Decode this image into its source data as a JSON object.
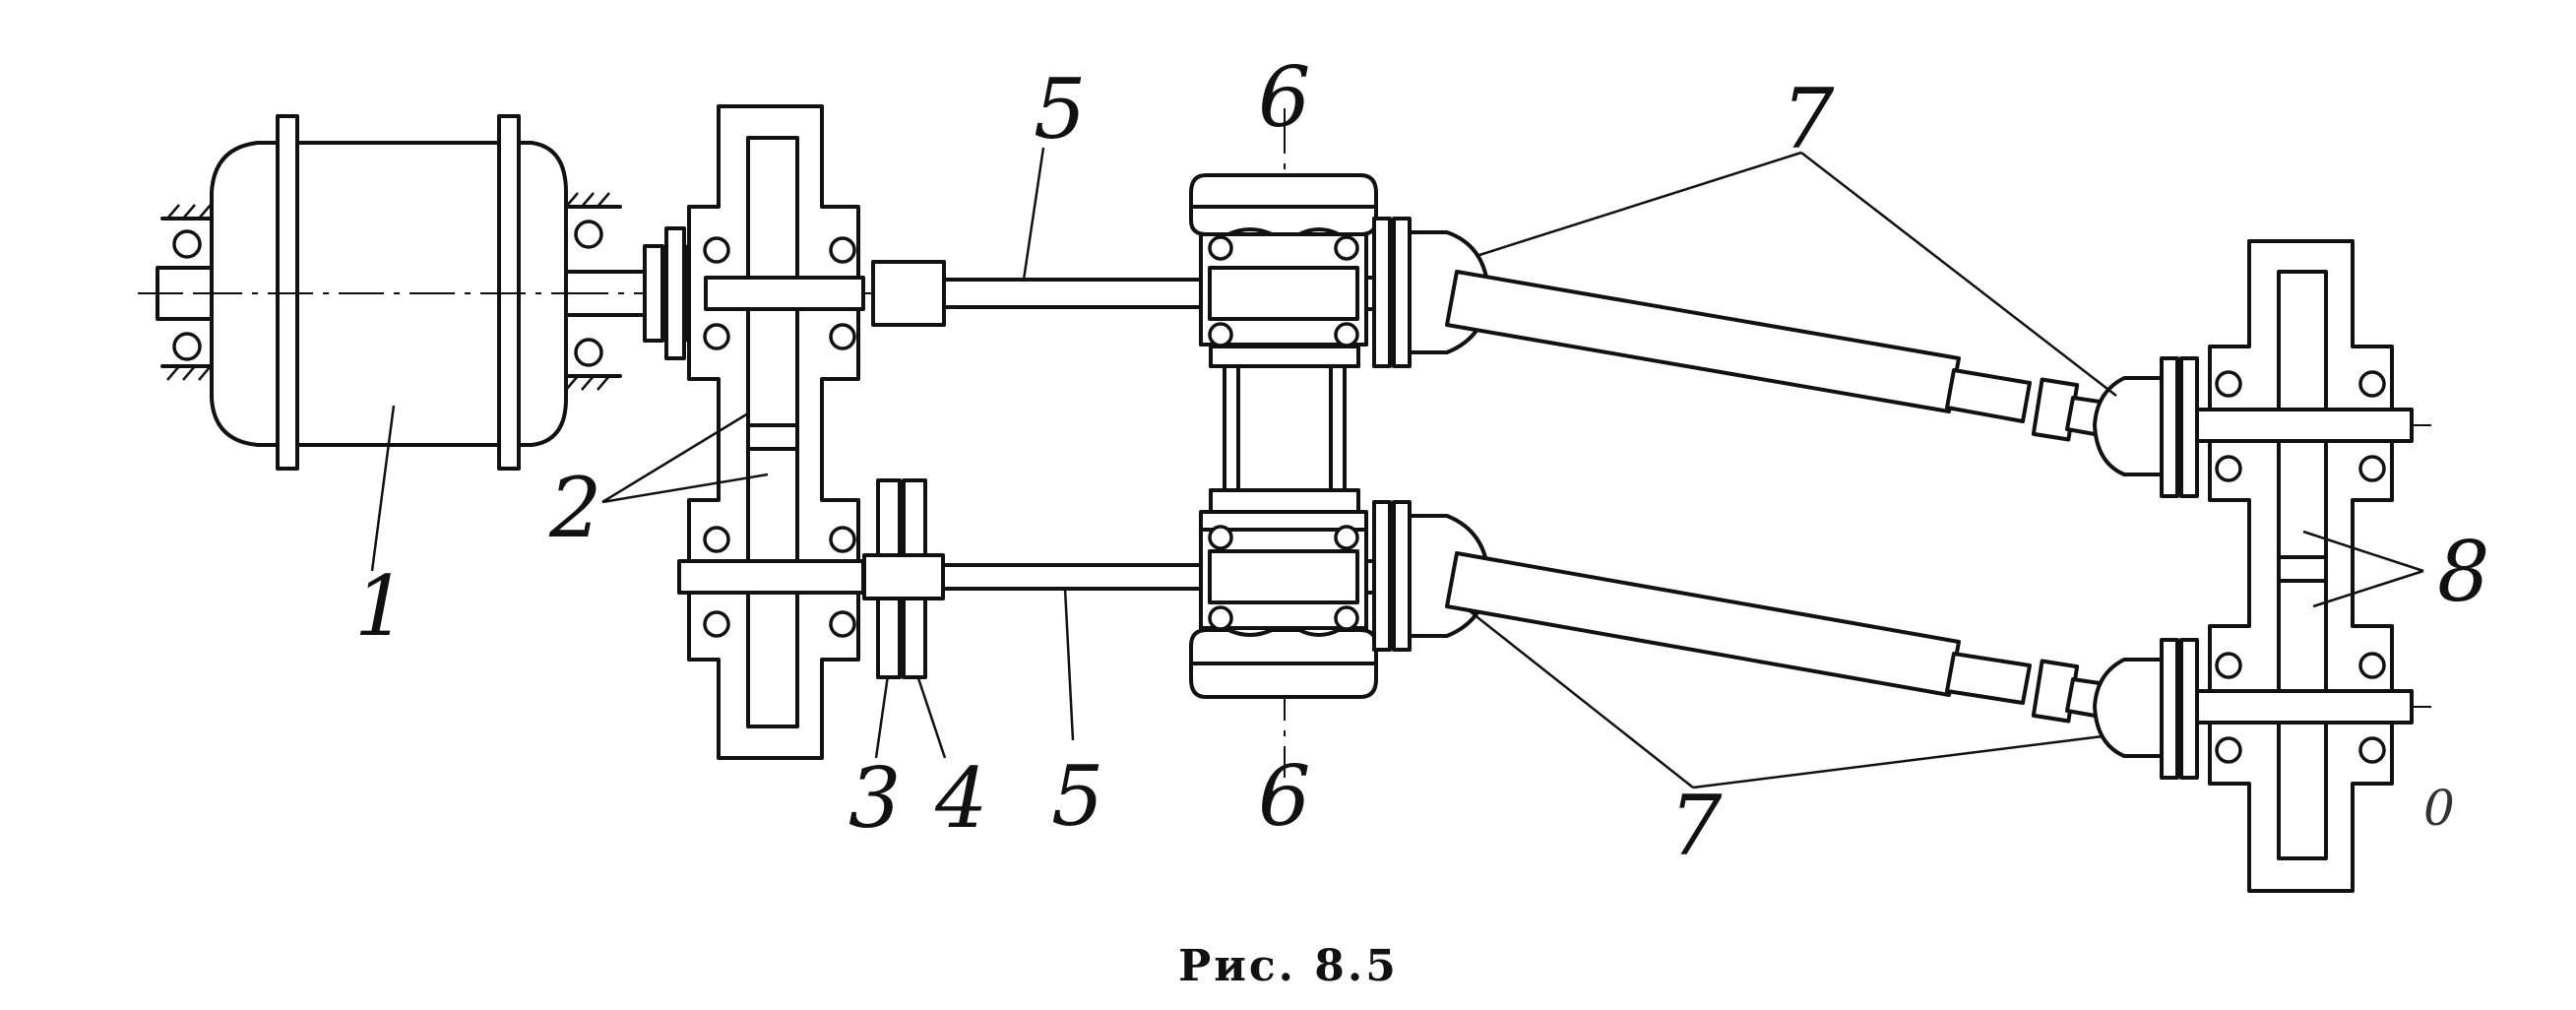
{
  "figure": {
    "caption": "Рис. 8.5",
    "labels": {
      "l1": "1",
      "l2": "2",
      "l3": "3",
      "l4": "4",
      "l5a": "5",
      "l5b": "5",
      "l6a": "6",
      "l6b": "6",
      "l7a": "7",
      "l7b": "7",
      "l8": "8",
      "stray": "0"
    }
  }
}
